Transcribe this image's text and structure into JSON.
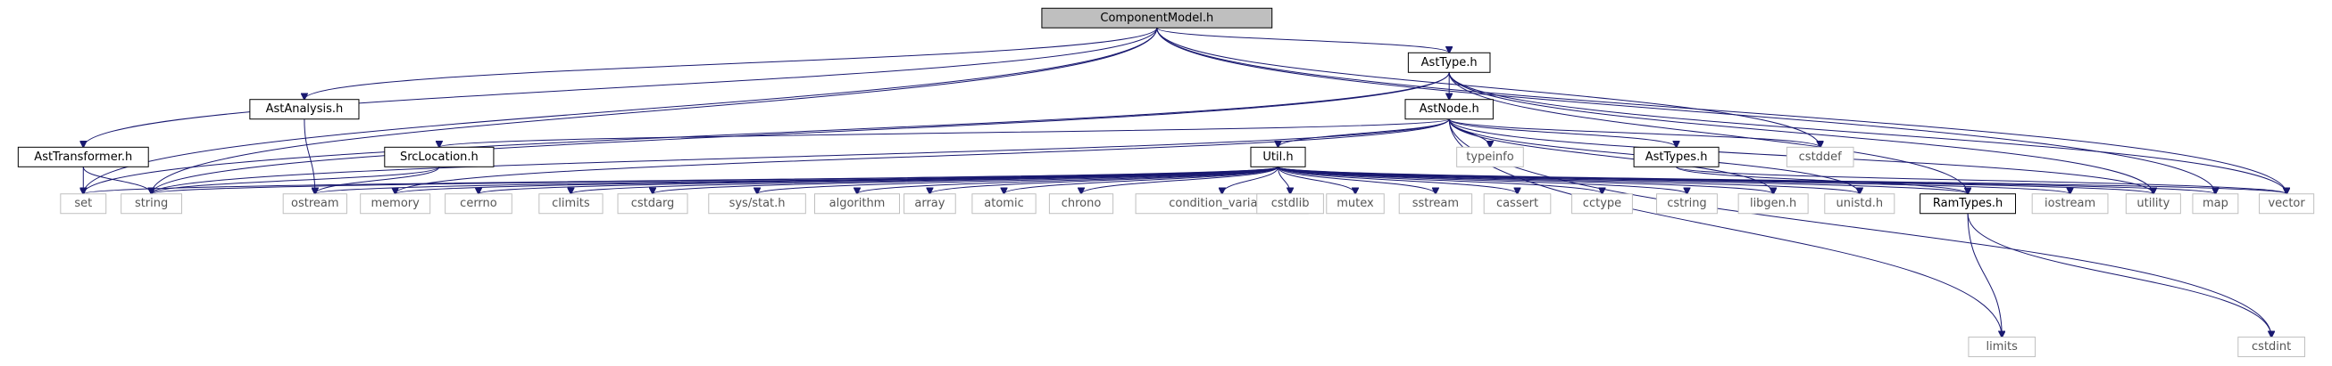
{
  "graph": {
    "root": "ComponentModel.h",
    "colors": {
      "edge": "#191970",
      "root_fill": "#bfbfbf",
      "local_border": "#000000",
      "system_border": "#bfbfbf",
      "system_text": "#555555",
      "text": "#000000"
    },
    "nodes": [
      {
        "id": "component",
        "label": "ComponentModel.h",
        "kind": "root"
      },
      {
        "id": "asttype",
        "label": "AstType.h",
        "kind": "local"
      },
      {
        "id": "astanalysis",
        "label": "AstAnalysis.h",
        "kind": "local"
      },
      {
        "id": "astnode",
        "label": "AstNode.h",
        "kind": "local"
      },
      {
        "id": "asttransformer",
        "label": "AstTransformer.h",
        "kind": "local"
      },
      {
        "id": "srclocation",
        "label": "SrcLocation.h",
        "kind": "local"
      },
      {
        "id": "utilh",
        "label": "Util.h",
        "kind": "local"
      },
      {
        "id": "asttypes",
        "label": "AstTypes.h",
        "kind": "local"
      },
      {
        "id": "ramtypes",
        "label": "RamTypes.h",
        "kind": "local"
      },
      {
        "id": "typeinfo",
        "label": "typeinfo",
        "kind": "system"
      },
      {
        "id": "cstddef",
        "label": "cstddef",
        "kind": "system"
      },
      {
        "id": "set",
        "label": "set",
        "kind": "system"
      },
      {
        "id": "string",
        "label": "string",
        "kind": "system"
      },
      {
        "id": "ostream",
        "label": "ostream",
        "kind": "system"
      },
      {
        "id": "memory",
        "label": "memory",
        "kind": "system"
      },
      {
        "id": "cerrno",
        "label": "cerrno",
        "kind": "system"
      },
      {
        "id": "climits",
        "label": "climits",
        "kind": "system"
      },
      {
        "id": "cstdarg",
        "label": "cstdarg",
        "kind": "system"
      },
      {
        "id": "sysstat",
        "label": "sys/stat.h",
        "kind": "system"
      },
      {
        "id": "algorithm",
        "label": "algorithm",
        "kind": "system"
      },
      {
        "id": "array",
        "label": "array",
        "kind": "system"
      },
      {
        "id": "atomic",
        "label": "atomic",
        "kind": "system"
      },
      {
        "id": "chrono",
        "label": "chrono",
        "kind": "system"
      },
      {
        "id": "condvar",
        "label": "condition_variable",
        "kind": "system"
      },
      {
        "id": "cstdlib",
        "label": "cstdlib",
        "kind": "system"
      },
      {
        "id": "mutex",
        "label": "mutex",
        "kind": "system"
      },
      {
        "id": "sstream",
        "label": "sstream",
        "kind": "system"
      },
      {
        "id": "cassert",
        "label": "cassert",
        "kind": "system"
      },
      {
        "id": "cctype",
        "label": "cctype",
        "kind": "system"
      },
      {
        "id": "cstring",
        "label": "cstring",
        "kind": "system"
      },
      {
        "id": "libgen",
        "label": "libgen.h",
        "kind": "system"
      },
      {
        "id": "unistd",
        "label": "unistd.h",
        "kind": "system"
      },
      {
        "id": "iostream",
        "label": "iostream",
        "kind": "system"
      },
      {
        "id": "utility",
        "label": "utility",
        "kind": "system"
      },
      {
        "id": "map",
        "label": "map",
        "kind": "system"
      },
      {
        "id": "vector",
        "label": "vector",
        "kind": "system"
      },
      {
        "id": "limits",
        "label": "limits",
        "kind": "system"
      },
      {
        "id": "cstdint",
        "label": "cstdint",
        "kind": "system"
      }
    ],
    "edges": [
      [
        "component",
        "asttype"
      ],
      [
        "component",
        "astanalysis"
      ],
      [
        "component",
        "asttransformer"
      ],
      [
        "component",
        "set"
      ],
      [
        "component",
        "string"
      ],
      [
        "component",
        "cstddef"
      ],
      [
        "component",
        "map"
      ],
      [
        "component",
        "vector"
      ],
      [
        "asttype",
        "astnode"
      ],
      [
        "asttype",
        "set"
      ],
      [
        "asttype",
        "string"
      ],
      [
        "asttype",
        "ramtypes"
      ],
      [
        "asttype",
        "utility"
      ],
      [
        "asttype",
        "vector"
      ],
      [
        "astanalysis",
        "ostream"
      ],
      [
        "astnode",
        "srclocation"
      ],
      [
        "astnode",
        "utilh"
      ],
      [
        "astnode",
        "asttypes"
      ],
      [
        "astnode",
        "typeinfo"
      ],
      [
        "astnode",
        "cstddef"
      ],
      [
        "astnode",
        "string"
      ],
      [
        "astnode",
        "memory"
      ],
      [
        "astnode",
        "limits"
      ],
      [
        "astnode",
        "libgen"
      ],
      [
        "astnode",
        "unistd"
      ],
      [
        "astnode",
        "cstdint"
      ],
      [
        "astnode",
        "utility"
      ],
      [
        "asttransformer",
        "set"
      ],
      [
        "asttransformer",
        "string"
      ],
      [
        "srclocation",
        "ostream"
      ],
      [
        "srclocation",
        "string"
      ],
      [
        "asttypes",
        "ramtypes"
      ],
      [
        "asttypes",
        "vector"
      ],
      [
        "utilh",
        "set"
      ],
      [
        "utilh",
        "string"
      ],
      [
        "utilh",
        "ostream"
      ],
      [
        "utilh",
        "memory"
      ],
      [
        "utilh",
        "cerrno"
      ],
      [
        "utilh",
        "climits"
      ],
      [
        "utilh",
        "cstdarg"
      ],
      [
        "utilh",
        "sysstat"
      ],
      [
        "utilh",
        "algorithm"
      ],
      [
        "utilh",
        "array"
      ],
      [
        "utilh",
        "atomic"
      ],
      [
        "utilh",
        "chrono"
      ],
      [
        "utilh",
        "condvar"
      ],
      [
        "utilh",
        "cstdlib"
      ],
      [
        "utilh",
        "mutex"
      ],
      [
        "utilh",
        "sstream"
      ],
      [
        "utilh",
        "cassert"
      ],
      [
        "utilh",
        "cctype"
      ],
      [
        "utilh",
        "cstring"
      ],
      [
        "utilh",
        "libgen"
      ],
      [
        "utilh",
        "unistd"
      ],
      [
        "utilh",
        "ramtypes"
      ],
      [
        "utilh",
        "iostream"
      ],
      [
        "utilh",
        "utility"
      ],
      [
        "utilh",
        "map"
      ],
      [
        "utilh",
        "vector"
      ],
      [
        "ramtypes",
        "limits"
      ],
      [
        "ramtypes",
        "cstdint"
      ]
    ]
  }
}
